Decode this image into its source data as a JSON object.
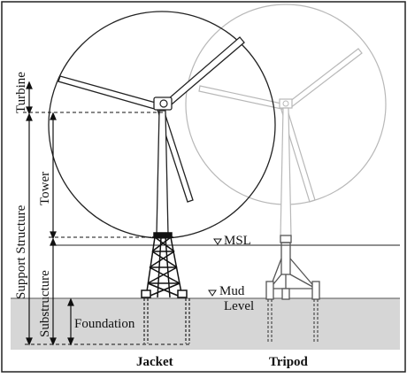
{
  "diagram": {
    "dimension_labels": {
      "turbine": "Turbine",
      "tower": "Tower",
      "support_structure": "Support Structure",
      "substructure": "Substructure",
      "foundation": "Foundation"
    },
    "levels": {
      "msl": "MSL",
      "mud": "Mud",
      "level": "Level"
    },
    "captions": {
      "jacket": "Jacket",
      "tripod": "Tripod"
    },
    "colors": {
      "seabed_fill": "#d6d6d6",
      "line": "#111111",
      "faded_turbine": "#b5b5b5"
    }
  }
}
